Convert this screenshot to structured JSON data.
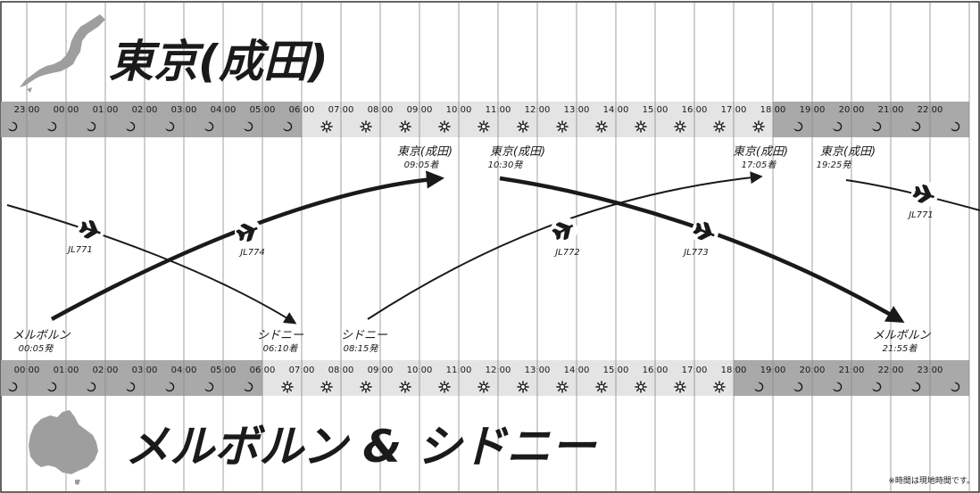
{
  "top": {
    "title": "東京(成田)",
    "times": [
      "23:00",
      "00:00",
      "01:00",
      "02:00",
      "03:00",
      "04:00",
      "05:00",
      "06:00",
      "07:00",
      "08:00",
      "09:00",
      "10:00",
      "11:00",
      "12:00",
      "13:00",
      "14:00",
      "15:00",
      "16:00",
      "17:00",
      "18:00",
      "19:00",
      "20:00",
      "21:00",
      "22:00"
    ],
    "icons": [
      "moon",
      "moon",
      "moon",
      "moon",
      "moon",
      "moon",
      "moon",
      "moon",
      "sun",
      "sun",
      "sun",
      "sun",
      "sun",
      "sun",
      "sun",
      "sun",
      "sun",
      "sun",
      "sun",
      "sun",
      "moon",
      "moon",
      "moon",
      "moon",
      "moon"
    ]
  },
  "bottom": {
    "title": "メルボルン & シドニー",
    "times": [
      "00:00",
      "01:00",
      "02:00",
      "03:00",
      "04:00",
      "05:00",
      "06:00",
      "07:00",
      "08:00",
      "09:00",
      "10:00",
      "11:00",
      "12:00",
      "13:00",
      "14:00",
      "15:00",
      "16:00",
      "17:00",
      "18:00",
      "19:00",
      "20:00",
      "21:00",
      "22:00",
      "23:00"
    ],
    "icons": [
      "moon",
      "moon",
      "moon",
      "moon",
      "moon",
      "moon",
      "moon",
      "sun",
      "sun",
      "sun",
      "sun",
      "sun",
      "sun",
      "sun",
      "sun",
      "sun",
      "sun",
      "sun",
      "sun",
      "moon",
      "moon",
      "moon",
      "moon",
      "moon",
      "moon"
    ]
  },
  "stations": {
    "nrt1": {
      "city": "東京(成田)",
      "time": "09:05着"
    },
    "nrt2": {
      "city": "東京(成田)",
      "time": "10:30発"
    },
    "nrt3": {
      "city": "東京(成田)",
      "time": "17:05着"
    },
    "nrt4": {
      "city": "東京(成田)",
      "time": "19:25発"
    },
    "mel1": {
      "city": "メルボルン",
      "time": "00:05発"
    },
    "syd1": {
      "city": "シドニー",
      "time": "06:10着"
    },
    "syd2": {
      "city": "シドニー",
      "time": "08:15発"
    },
    "mel2": {
      "city": "メルボルン",
      "time": "21:55着"
    }
  },
  "flights": {
    "f1": "JL771",
    "f2": "JL774",
    "f3": "JL772",
    "f4": "JL773",
    "f5": "JL771"
  },
  "note": "※時間は現地時間です。",
  "colors": {
    "night": "#a9a9a9",
    "day": "#e4e4e4",
    "ink": "#1a1a1a"
  }
}
